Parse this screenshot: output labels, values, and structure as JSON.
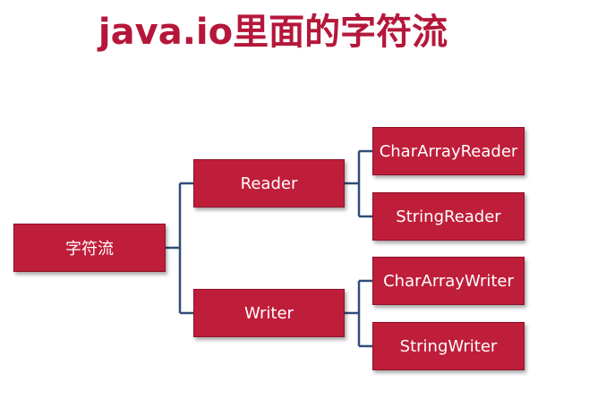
{
  "title": "java.io里面的字符流",
  "diagram": {
    "root": {
      "label": "字符流"
    },
    "branches": [
      {
        "label": "Reader",
        "children": [
          {
            "label": "CharArrayReader"
          },
          {
            "label": "StringReader"
          }
        ]
      },
      {
        "label": "Writer",
        "children": [
          {
            "label": "CharArrayWriter"
          },
          {
            "label": "StringWriter"
          }
        ]
      }
    ]
  },
  "colors": {
    "title": "#b5173a",
    "node_fill": "#bf1e3a",
    "node_text": "#ffffff",
    "connector": "#2f4e78",
    "background": "#ffffff"
  }
}
